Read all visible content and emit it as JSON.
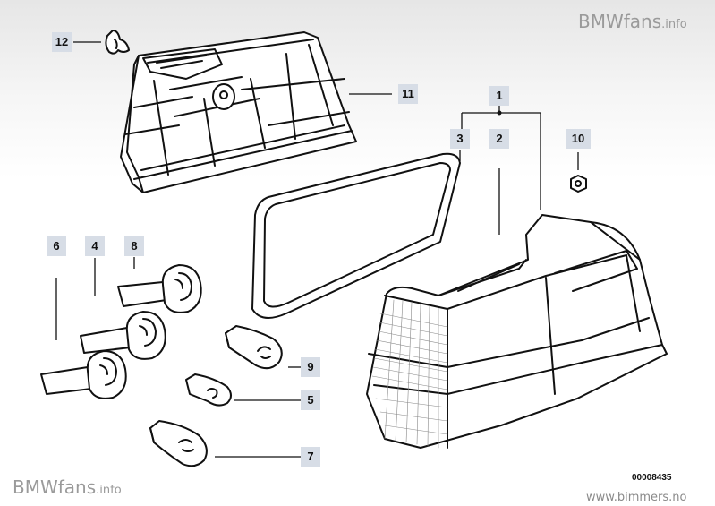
{
  "watermark_top": {
    "brand": "BMWfans",
    "suffix": ".info"
  },
  "watermark_bottom": {
    "brand": "BMWfans",
    "suffix": ".info"
  },
  "part_code": "00008435",
  "site": "www.bimmers.no",
  "callouts": {
    "c1": "1",
    "c2": "2",
    "c3": "3",
    "c4": "4",
    "c5": "5",
    "c6": "6",
    "c7": "7",
    "c8": "8",
    "c9": "9",
    "c10": "10",
    "c11": "11",
    "c12": "12"
  }
}
